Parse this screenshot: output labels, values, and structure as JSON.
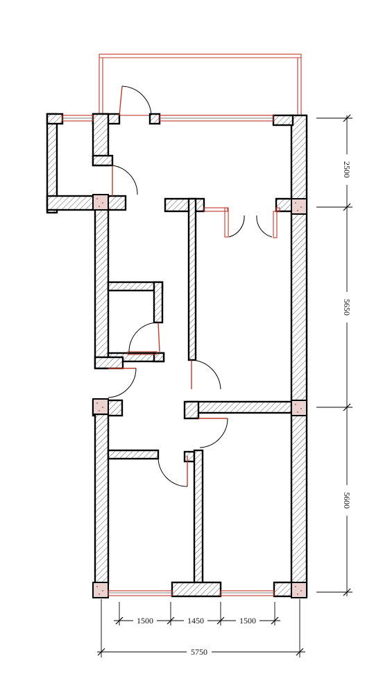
{
  "plan": {
    "colors": {
      "wall_outline": "#000000",
      "hatch": "#444444",
      "window_frame": "#c0392b",
      "column_fill": "#e9d2cf"
    },
    "dimensions": {
      "right": [
        {
          "id": "dim-right-1",
          "label": "2500"
        },
        {
          "id": "dim-right-2",
          "label": "5650"
        },
        {
          "id": "dim-right-3",
          "label": "5600"
        }
      ],
      "bottom": [
        {
          "id": "dim-bottom-1",
          "label": "1500"
        },
        {
          "id": "dim-bottom-2",
          "label": "1450"
        },
        {
          "id": "dim-bottom-3",
          "label": "1500"
        }
      ],
      "total": {
        "id": "dim-total",
        "label": "5750"
      }
    }
  }
}
